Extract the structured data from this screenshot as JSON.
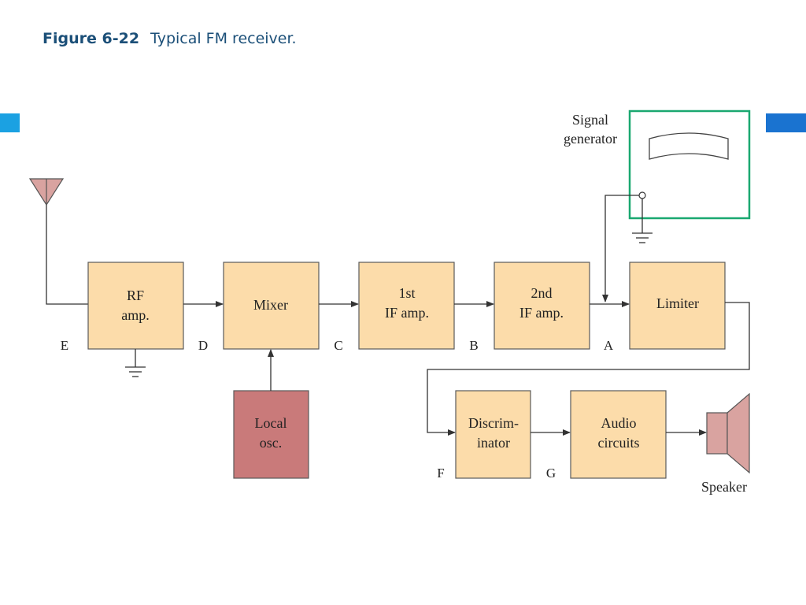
{
  "caption": {
    "figure_number": "Figure 6-22",
    "title": "Typical FM receiver."
  },
  "colors": {
    "block_fill": "#fcdcaa",
    "oscillator_fill": "#c97a7a",
    "generator_border": "#1aa870",
    "caption_text": "#1b4f78",
    "accent_left_bar": "#1ba1e2",
    "accent_right_bar": "#1a73d0",
    "antenna_fill": "#d9a3a0",
    "speaker_fill": "#d9a3a0"
  },
  "blocks": {
    "rf_amp": {
      "line1": "RF",
      "line2": "amp."
    },
    "mixer": {
      "line1": "Mixer"
    },
    "if_amp_1": {
      "line1": "1st",
      "line2": "IF amp."
    },
    "if_amp_2": {
      "line1": "2nd",
      "line2": "IF amp."
    },
    "limiter": {
      "line1": "Limiter"
    },
    "local_osc": {
      "line1": "Local",
      "line2": "osc."
    },
    "discriminator": {
      "line1": "Discrim-",
      "line2": "inator"
    },
    "audio_circuits": {
      "line1": "Audio",
      "line2": "circuits"
    }
  },
  "signal_generator": {
    "line1": "Signal",
    "line2": "generator"
  },
  "speaker": {
    "label": "Speaker"
  },
  "test_points": {
    "e": "E",
    "d": "D",
    "c": "C",
    "b": "B",
    "a": "A",
    "f": "F",
    "g": "G"
  },
  "icons": [
    "antenna-icon",
    "ground-icon",
    "speaker-icon",
    "signal-generator-display-icon"
  ]
}
